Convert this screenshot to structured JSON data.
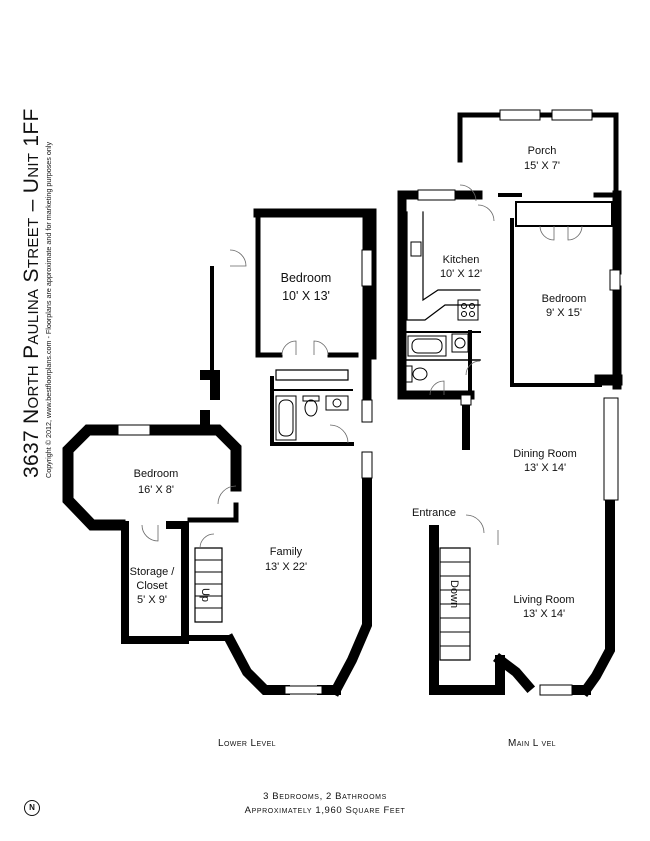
{
  "header": {
    "title": "3637 North Paulina Street – Unit 1FF",
    "copyright": "Copyright © 2012, www.bestfloorplans.com - Floorplans are approximate and for marketing purposes only"
  },
  "lower_level": {
    "label": "Lower Level",
    "rooms": [
      {
        "name": "Bedroom",
        "dims": "10' X 13'"
      },
      {
        "name": "Bedroom",
        "dims": "16' X 8'"
      },
      {
        "name": "Family",
        "dims": "13' X 22'"
      },
      {
        "name": "Storage /",
        "name2": "Closet",
        "dims": "5' X 9'"
      }
    ],
    "stair_label": "Up"
  },
  "main_level": {
    "label": "Main L  vel",
    "rooms": [
      {
        "name": "Porch",
        "dims": "15' X 7'"
      },
      {
        "name": "Kitchen",
        "dims": "10' X 12'"
      },
      {
        "name": "Bedroom",
        "dims": "9' X 15'"
      },
      {
        "name": "Dining Room",
        "dims": "13' X 14'"
      },
      {
        "name": "Living Room",
        "dims": "13' X 14'"
      }
    ],
    "entrance_label": "Entrance",
    "stair_label": "Down"
  },
  "summary": {
    "line1": "3 Bedrooms, 2 Bathrooms",
    "line2": "Approximately 1,960 Square Feet"
  },
  "compass": {
    "letter": "N"
  }
}
